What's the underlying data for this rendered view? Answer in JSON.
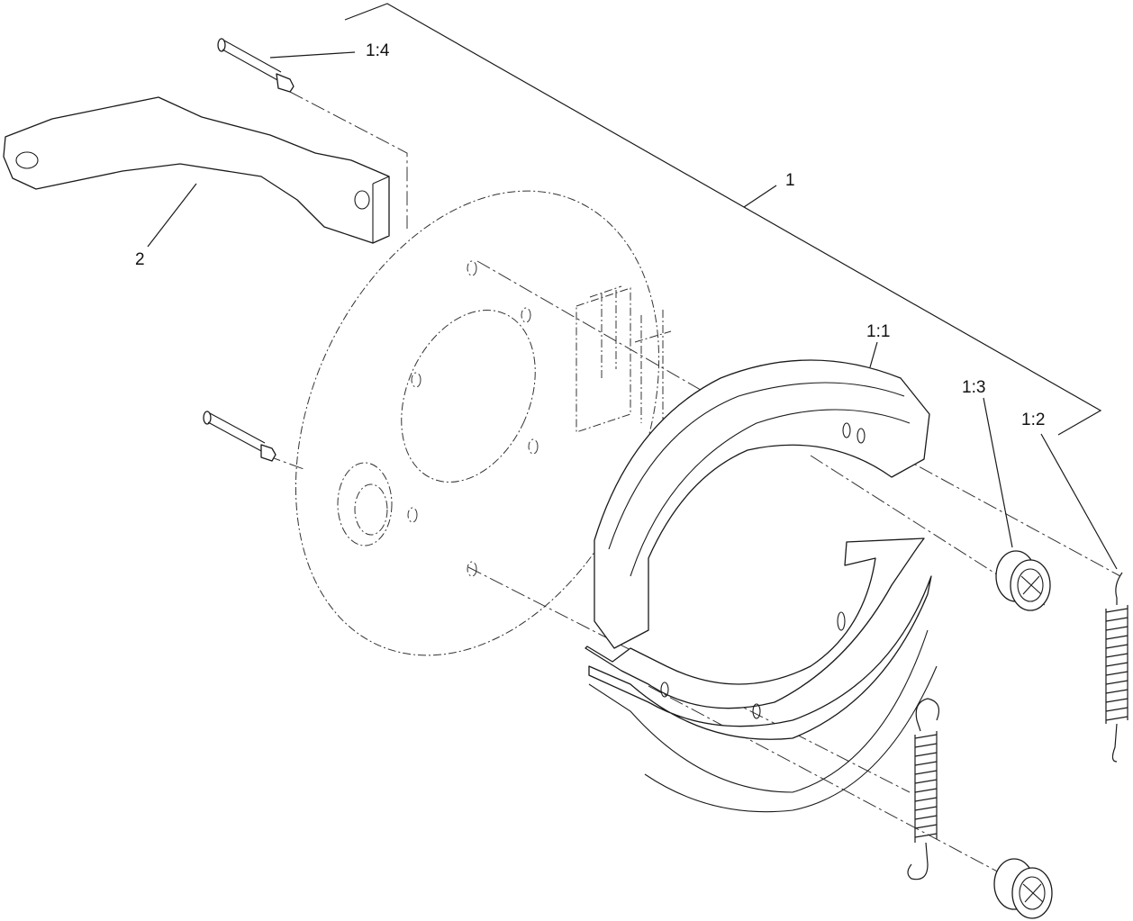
{
  "callouts": {
    "assembly": "1",
    "shoe": "1:1",
    "spring": "1:2",
    "retainer": "1:3",
    "pin": "1:4",
    "lever": "2"
  }
}
